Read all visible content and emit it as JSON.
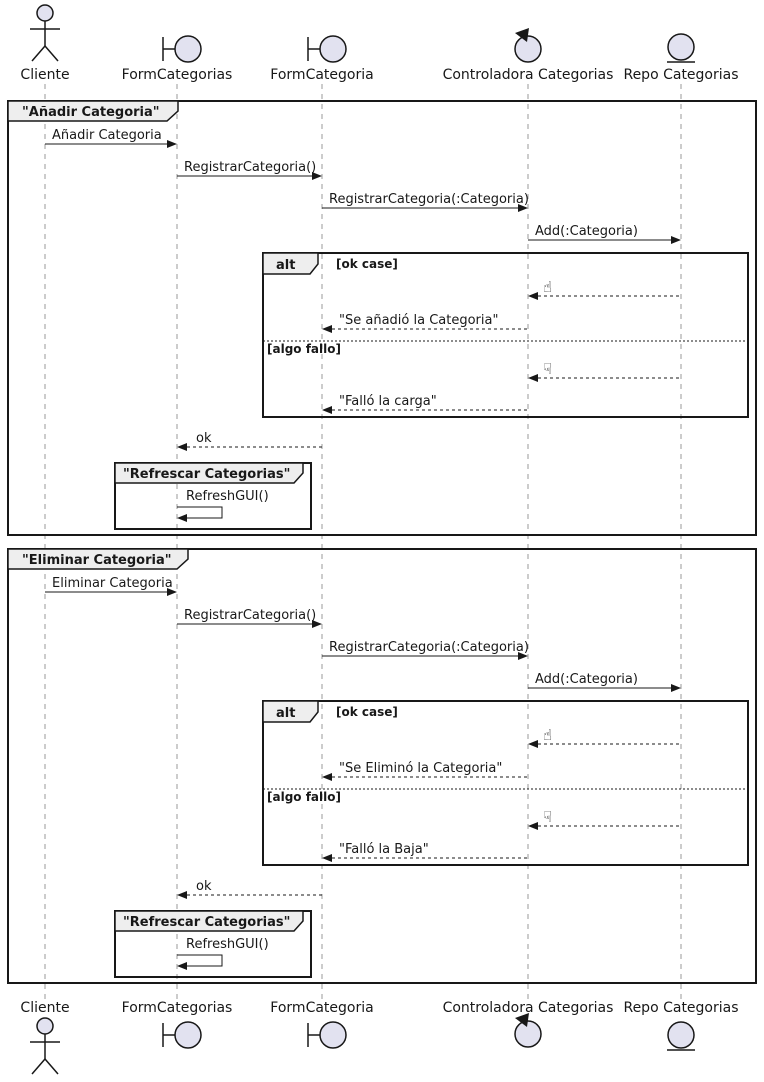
{
  "participants": {
    "p1": "Cliente",
    "p2": "FormCategorias",
    "p3": "FormCategoria",
    "p4": "Controladora Categorias",
    "p5": "Repo Categorias"
  },
  "frame1": {
    "title": "\"Añadir Categoria\"",
    "msg1": "Añadir Categoria",
    "msg2": "RegistrarCategoria()",
    "msg3": "RegistrarCategoria(:Categoria)",
    "msg4": "Add(:Categoria)",
    "alt_label": "alt",
    "guard_ok": "[ok case]",
    "ok_icon": "☝",
    "return_ok": "\"Se añadió la Categoria\"",
    "guard_fail": "[algo fallo]",
    "fail_icon": "☟",
    "return_fail": "\"Falló la carga\"",
    "return_short": "ok",
    "inner_title": "\"Refrescar Categorias\"",
    "self_msg": "RefreshGUI()"
  },
  "frame2": {
    "title": "\"Eliminar Categoria\"",
    "msg1": "Eliminar Categoria",
    "msg2": "RegistrarCategoria()",
    "msg3": "RegistrarCategoria(:Categoria)",
    "msg4": "Add(:Categoria)",
    "alt_label": "alt",
    "guard_ok": "[ok case]",
    "ok_icon": "☝",
    "return_ok": "\"Se Eliminó la Categoria\"",
    "guard_fail": "[algo fallo]",
    "fail_icon": "☟",
    "return_fail": "\"Falló la Baja\"",
    "return_short": "ok",
    "inner_title": "\"Refrescar Categorias\"",
    "self_msg": "RefreshGUI()"
  },
  "colors": {
    "line": "#181818",
    "lifeline": "#999999",
    "participant_fill": "#E2E2F0",
    "frame_tab_fill": "#EEEEEE",
    "background": "#FFFFFF"
  }
}
